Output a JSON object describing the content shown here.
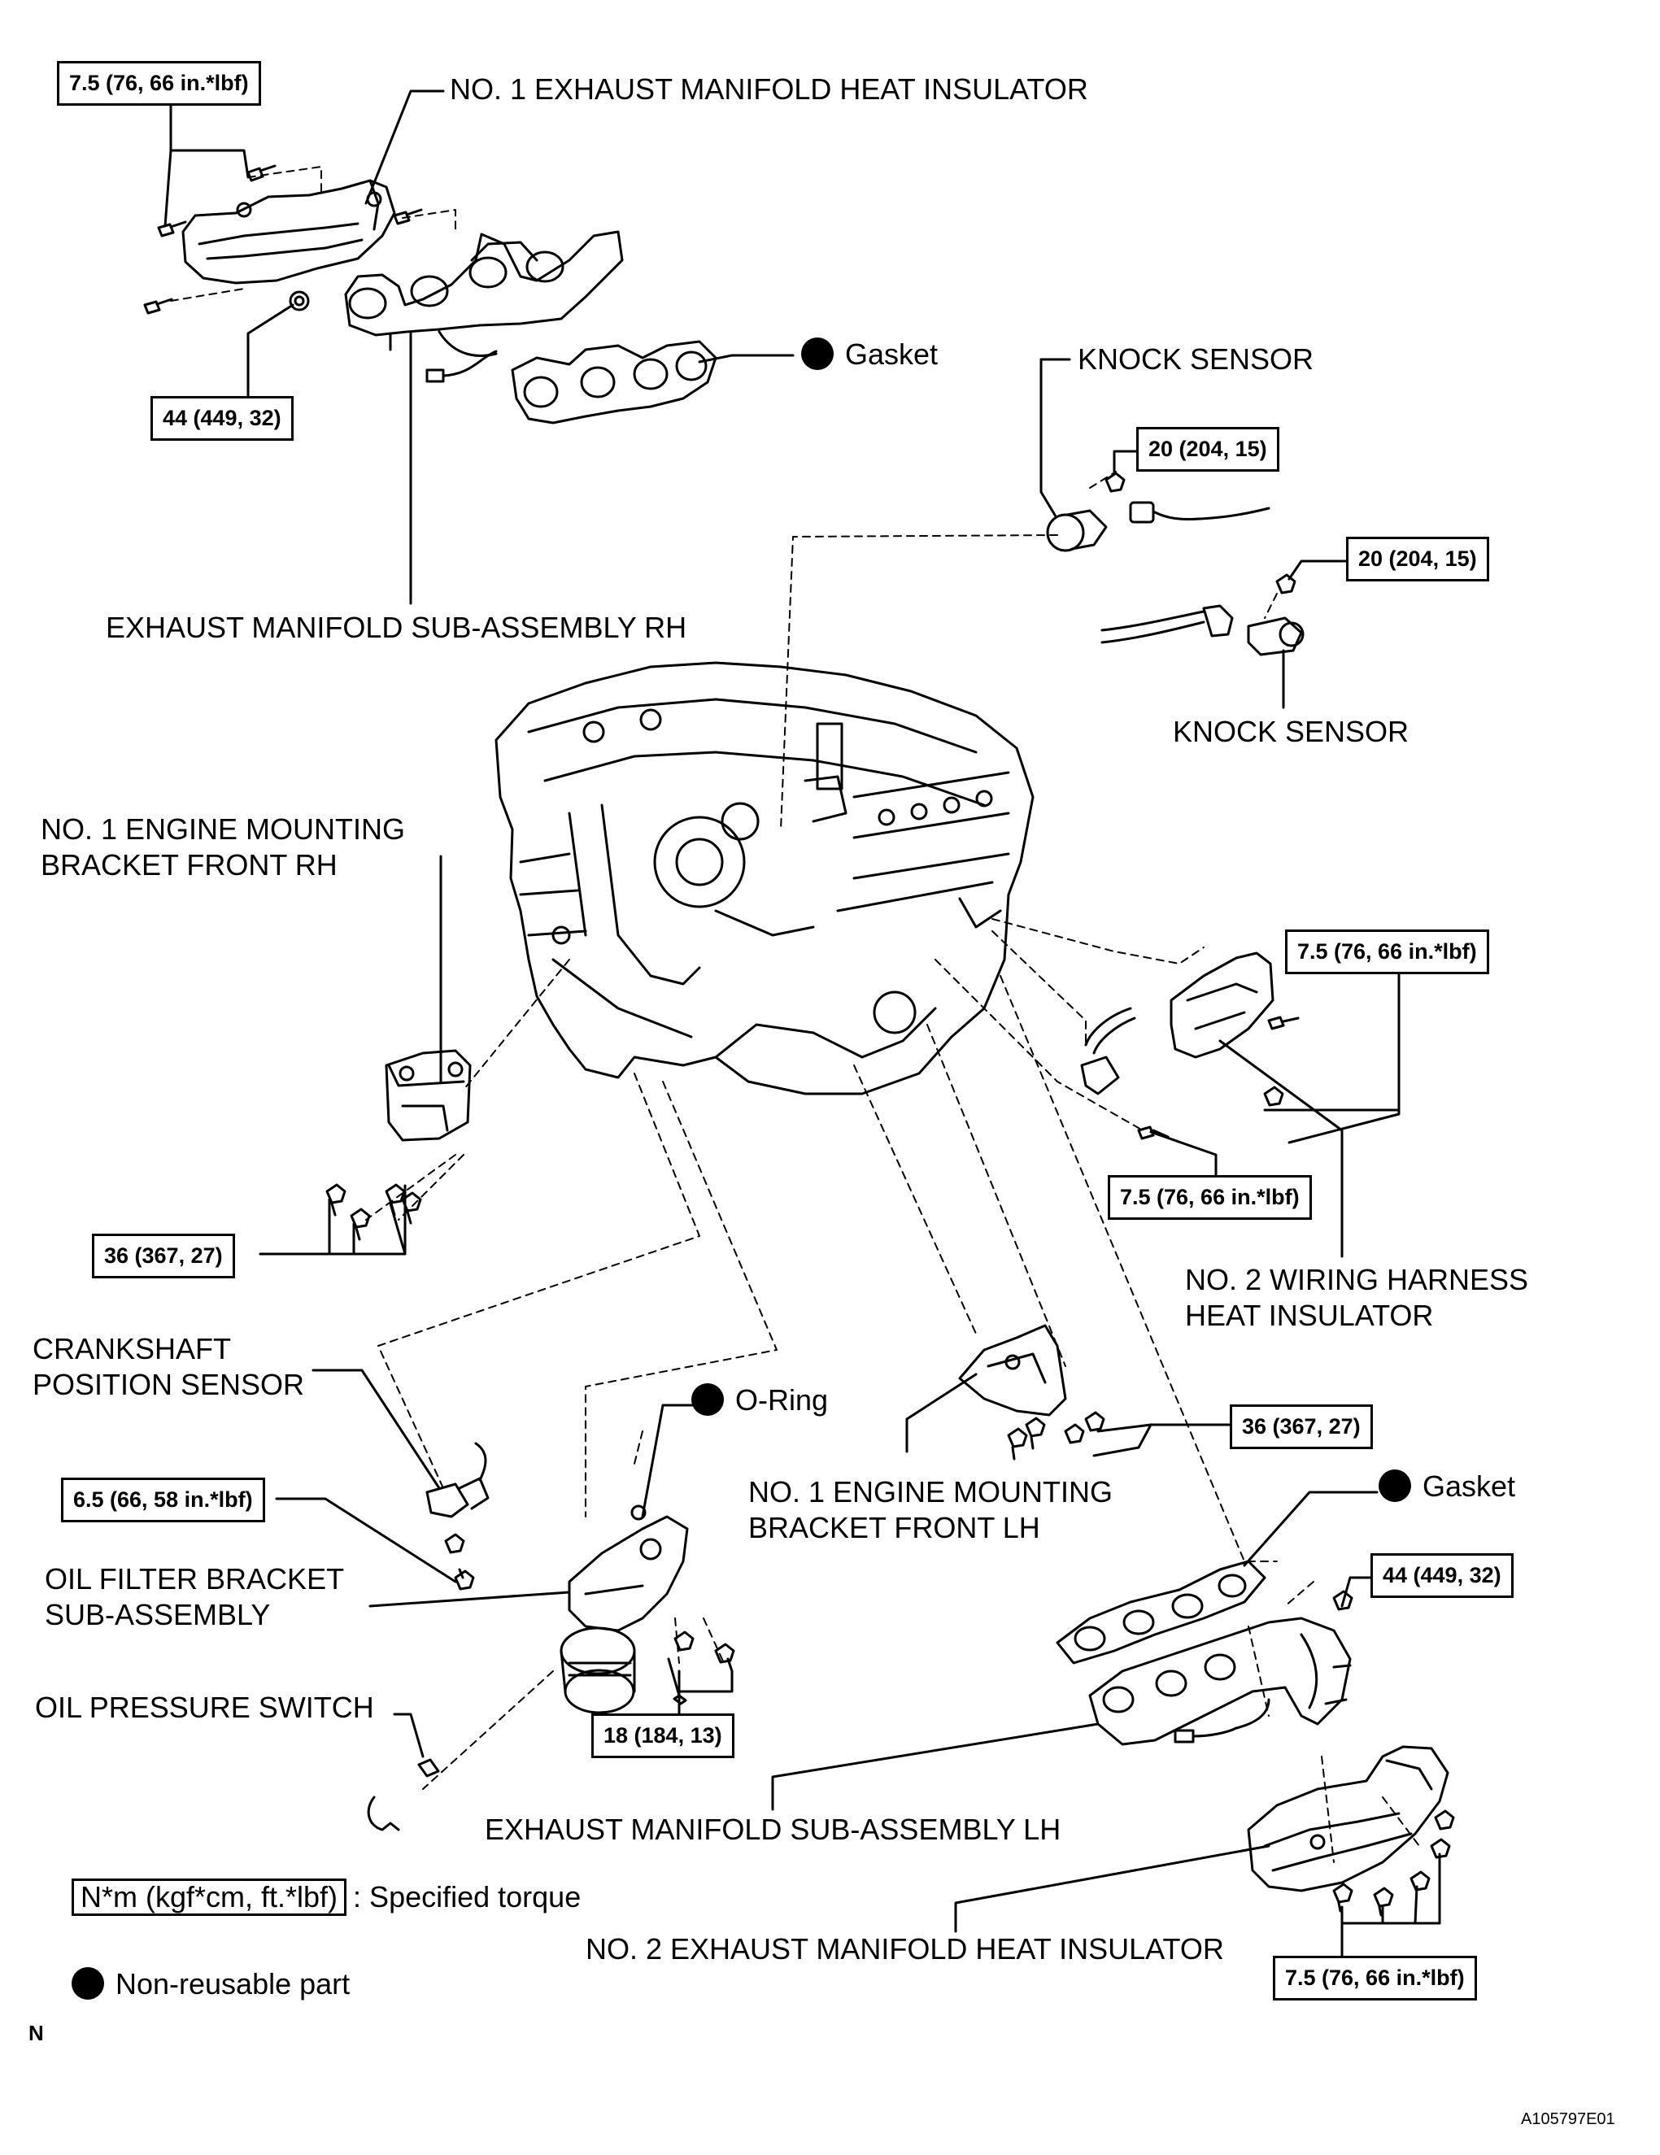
{
  "labels": {
    "no1_exhaust_heat_insulator": "NO. 1 EXHAUST MANIFOLD HEAT INSULATOR",
    "exhaust_manifold_rh": "EXHAUST MANIFOLD SUB-ASSEMBLY RH",
    "knock_sensor_1": "KNOCK SENSOR",
    "knock_sensor_2": "KNOCK SENSOR",
    "no1_engine_mount_rh_line1": "NO. 1 ENGINE MOUNTING",
    "no1_engine_mount_rh_line2": "BRACKET FRONT RH",
    "no2_wiring_harness_line1": "NO. 2 WIRING HARNESS",
    "no2_wiring_harness_line2": "HEAT INSULATOR",
    "crankshaft_sensor_line1": "CRANKSHAFT",
    "crankshaft_sensor_line2": "POSITION SENSOR",
    "no1_engine_mount_lh_line1": "NO. 1 ENGINE MOUNTING",
    "no1_engine_mount_lh_line2": "BRACKET FRONT LH",
    "oil_filter_bracket_line1": "OIL FILTER BRACKET",
    "oil_filter_bracket_line2": "SUB-ASSEMBLY",
    "oil_pressure_switch": "OIL PRESSURE SWITCH",
    "exhaust_manifold_lh": "EXHAUST MANIFOLD SUB-ASSEMBLY LH",
    "no2_exhaust_heat_insulator": "NO. 2 EXHAUST MANIFOLD HEAT INSULATOR",
    "gasket_1": "Gasket",
    "gasket_2": "Gasket",
    "o_ring": "O-Ring"
  },
  "torques": {
    "t_insulator_rh": "7.5 (76, 66 in.*lbf)",
    "t_manifold_rh_nut": "44 (449, 32)",
    "t_knock_1": "20 (204, 15)",
    "t_knock_2": "20 (204, 15)",
    "t_harness_insulator": "7.5 (76, 66 in.*lbf)",
    "t_harness_bolt": "7.5 (76, 66 in.*lbf)",
    "t_mount_rh": "36 (367, 27)",
    "t_mount_lh": "36 (367, 27)",
    "t_crank_sensor": "6.5 (66, 58 in.*lbf)",
    "t_oil_filter": "18 (184, 13)",
    "t_manifold_lh_nut": "44 (449, 32)",
    "t_insulator_lh": "7.5 (76, 66 in.*lbf)"
  },
  "legend": {
    "torque_unit": "N*m (kgf*cm, ft.*lbf)",
    "torque_text": ": Specified torque",
    "nonreusable_text": "Non-reusable part"
  },
  "corner": {
    "north": "N",
    "figure_id": "A105797E01"
  }
}
